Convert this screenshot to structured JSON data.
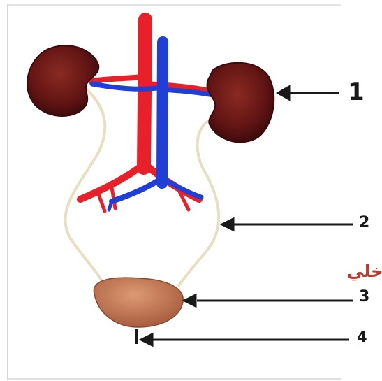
{
  "labels": {
    "n1": "1",
    "n2": "2",
    "n3": "3",
    "n4": "4"
  },
  "arabic_fragment": "خلي.",
  "colors": {
    "kidney": "#6b1616",
    "artery": "#e8202a",
    "vein": "#1f3fd6",
    "ureter": "#e6dfc2",
    "bladder": "#c77a55",
    "arrow": "#1a1a1a"
  }
}
